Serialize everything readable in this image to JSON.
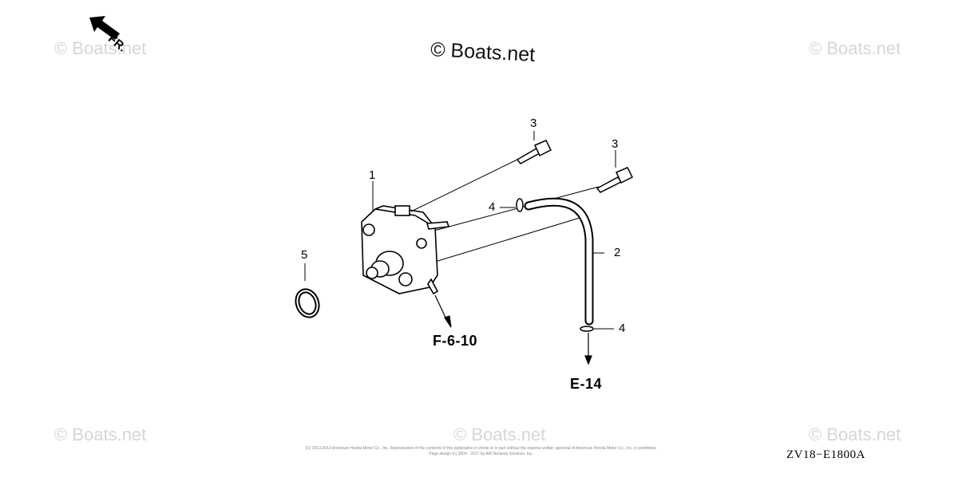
{
  "watermarks": {
    "tl": "© Boats.net",
    "tr": "© Boats.net",
    "bl": "© Boats.net",
    "bc": "© Boats.net",
    "br": "© Boats.net"
  },
  "copyright_main": "© Boats.net",
  "front_marker": "FR.",
  "callouts": {
    "part1": "1",
    "part2": "2",
    "part3a": "3",
    "part3b": "3",
    "part4a": "4",
    "part4b": "4",
    "part5": "5"
  },
  "references": {
    "fuel_pump_ref": "F-6-10",
    "tube_ref": "E-14"
  },
  "diagram_code": "ZV18−E1800A",
  "fine_print": {
    "line1": "(C) 2013-2013 American Honda Motor Co., Inc. Reproduction of the contents of this publication in whole or in part without the express written approval of American Honda Motor Co., Inc. is prohibited.",
    "line2": "Page design (c) 2004 - 2017 by ARI Network Services, Inc."
  },
  "colors": {
    "ink": "#000000",
    "watermark": "#d6d6d6"
  }
}
